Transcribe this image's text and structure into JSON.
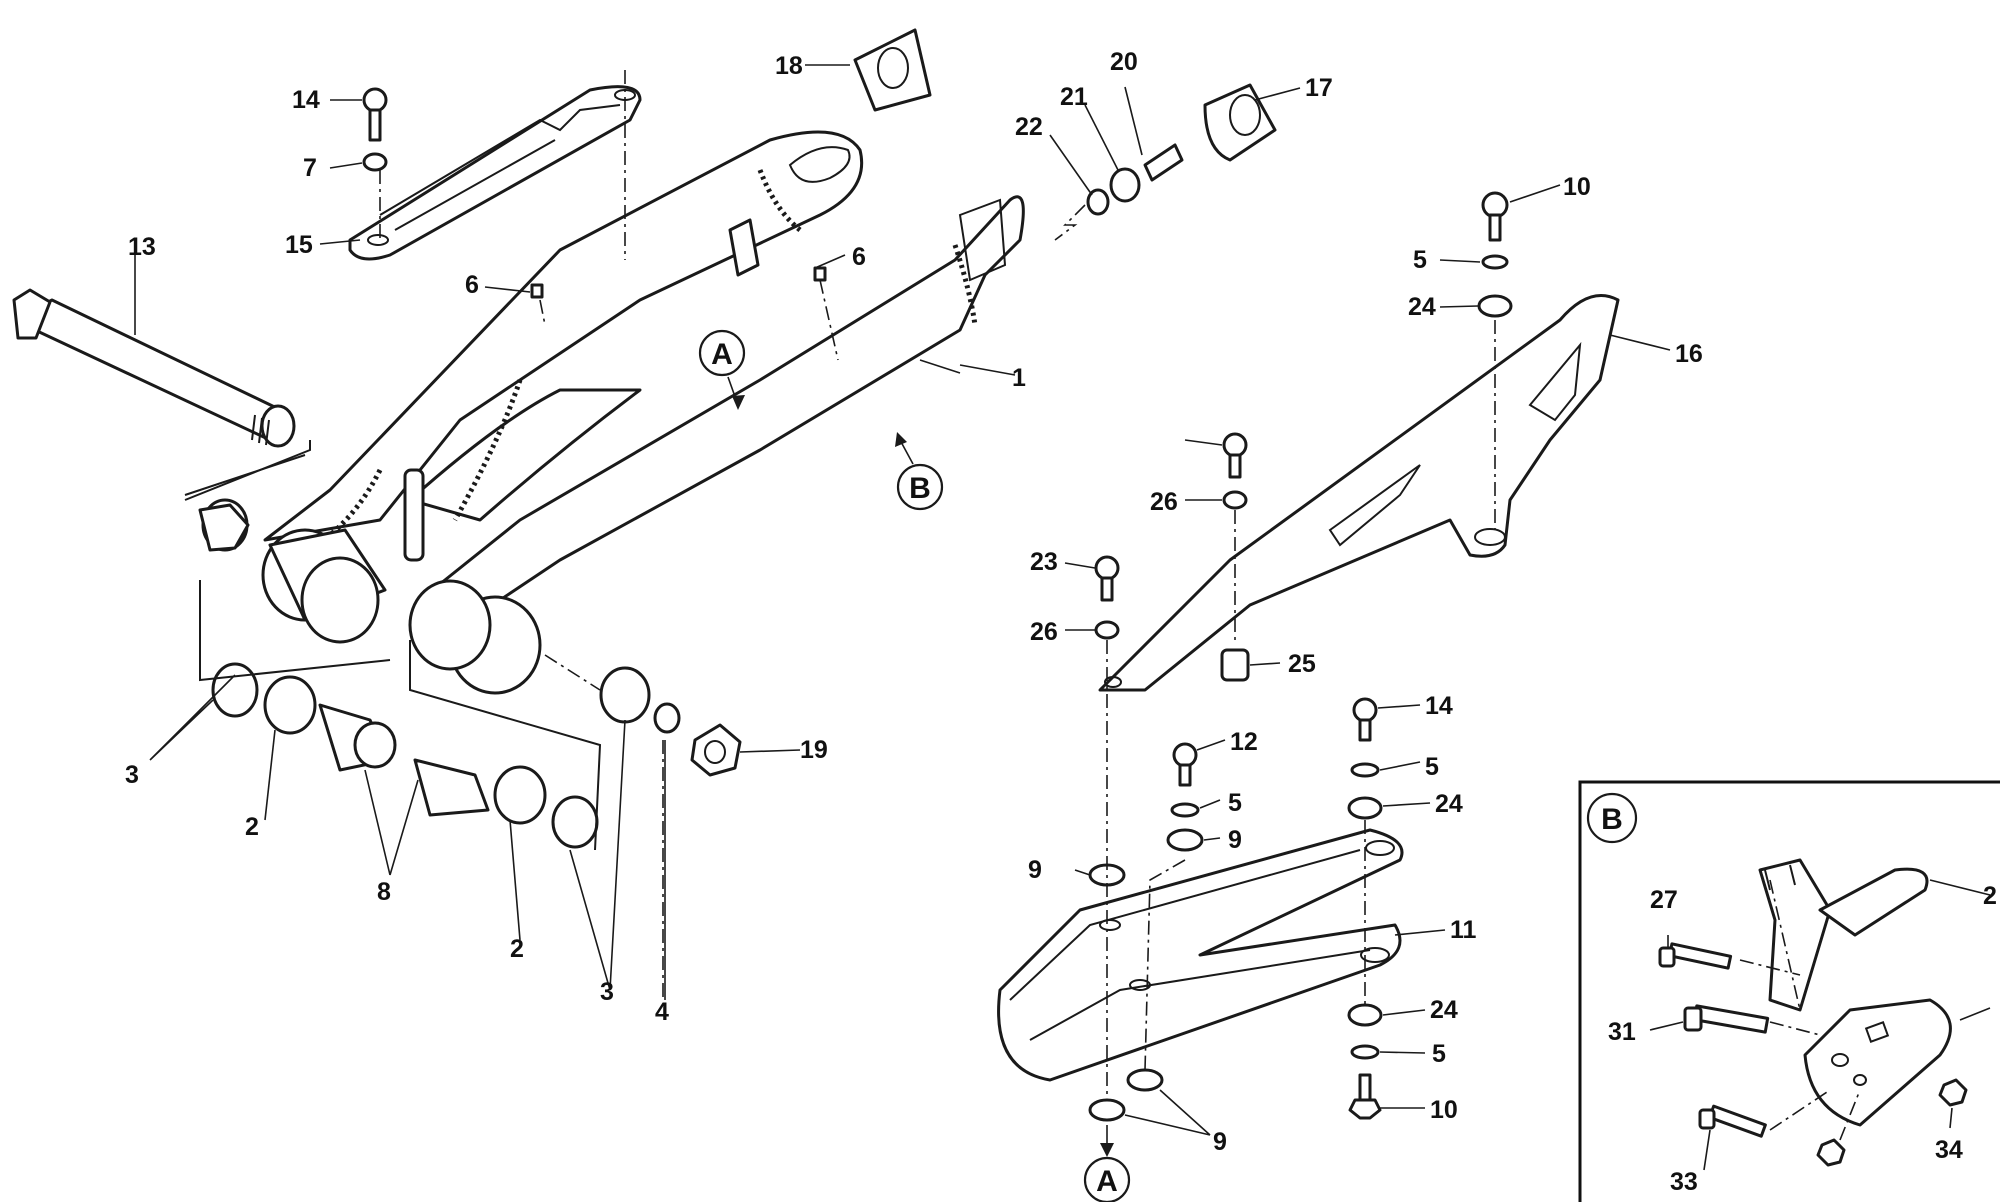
{
  "callouts": {
    "c1": "1",
    "c2a": "2",
    "c2b": "2",
    "c3a": "3",
    "c3b": "3",
    "c4": "4",
    "c5a": "5",
    "c5b": "5",
    "c5c": "5",
    "c5d": "5",
    "c6a": "6",
    "c6b": "6",
    "c7": "7",
    "c8": "8",
    "c9a": "9",
    "c9b": "9",
    "c9c": "9",
    "c10a": "10",
    "c10b": "10",
    "c11": "11",
    "c12": "12",
    "c13": "13",
    "c14a": "14",
    "c14b": "14",
    "c15": "15",
    "c16": "16",
    "c17": "17",
    "c18": "18",
    "c19": "19",
    "c20": "20",
    "c21": "21",
    "c22": "22",
    "c23": "23",
    "c24a": "24",
    "c24b": "24",
    "c24c": "24",
    "c25": "25",
    "c26a": "26",
    "c26b": "26",
    "c27": "27",
    "c28": "2",
    "c31": "31",
    "c33": "33",
    "c34": "34"
  },
  "markers": {
    "a_top": "A",
    "a_bottom": "A",
    "b_arm": "B",
    "b_inset": "B"
  }
}
